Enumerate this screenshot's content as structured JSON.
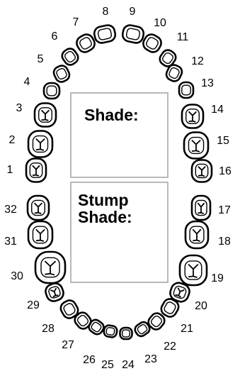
{
  "labels": {
    "shade": "Shade:",
    "stump_shade": "Stump\nShade:"
  },
  "colors": {
    "stroke": "#000000",
    "box_border": "#b8b8b8",
    "background": "#ffffff"
  },
  "teeth": [
    {
      "num": "1"
    },
    {
      "num": "2"
    },
    {
      "num": "3"
    },
    {
      "num": "4"
    },
    {
      "num": "5"
    },
    {
      "num": "6"
    },
    {
      "num": "7"
    },
    {
      "num": "8"
    },
    {
      "num": "9"
    },
    {
      "num": "10"
    },
    {
      "num": "11"
    },
    {
      "num": "12"
    },
    {
      "num": "13"
    },
    {
      "num": "14"
    },
    {
      "num": "15"
    },
    {
      "num": "16"
    },
    {
      "num": "17"
    },
    {
      "num": "18"
    },
    {
      "num": "19"
    },
    {
      "num": "20"
    },
    {
      "num": "21"
    },
    {
      "num": "22"
    },
    {
      "num": "23"
    },
    {
      "num": "24"
    },
    {
      "num": "25"
    },
    {
      "num": "26"
    },
    {
      "num": "27"
    },
    {
      "num": "28"
    },
    {
      "num": "29"
    },
    {
      "num": "30"
    },
    {
      "num": "31"
    },
    {
      "num": "32"
    }
  ]
}
